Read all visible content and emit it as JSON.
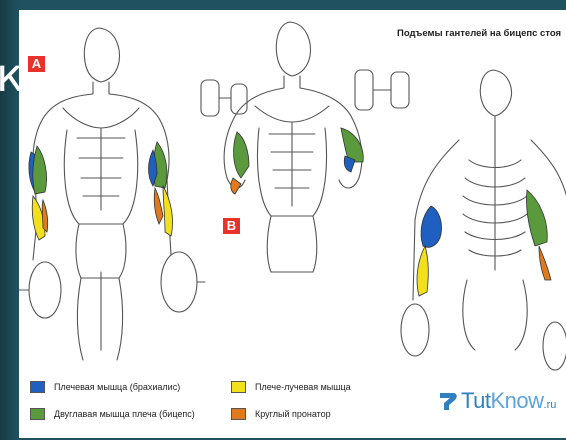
{
  "slide": {
    "title_fragment": "к"
  },
  "poster": {
    "title": "Подъемы гантелей на бицепс стоя",
    "figure_labels": [
      "A",
      "B"
    ],
    "legend": [
      {
        "label": "Плечевая мышца (брахиалис)",
        "color": "#1f5fbf"
      },
      {
        "label": "Двуглавая мышца плеча (бицепс)",
        "color": "#5a9a3c"
      },
      {
        "label": "Плече-лучевая мышца",
        "color": "#f2e01c"
      },
      {
        "label": "Круглый пронатор",
        "color": "#e07a1c"
      }
    ]
  },
  "watermark": {
    "brand_a": "Tut",
    "brand_b": "Know",
    "suffix": ".ru"
  }
}
